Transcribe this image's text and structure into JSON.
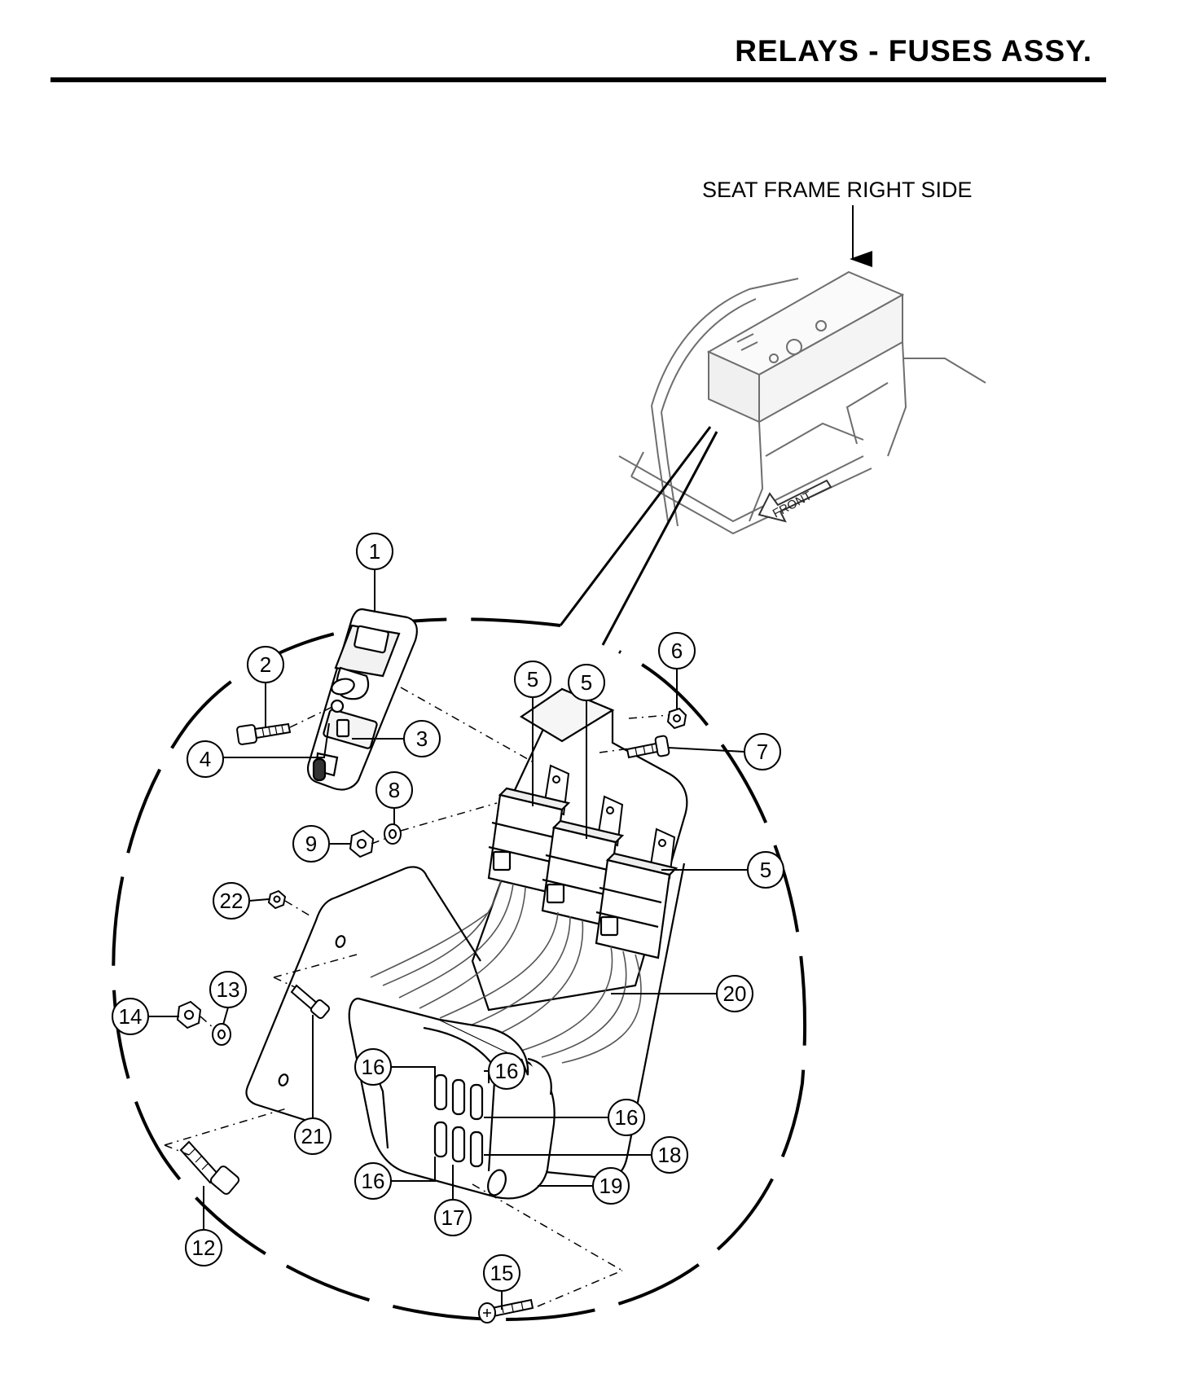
{
  "header": {
    "title": "RELAYS - FUSES ASSY."
  },
  "annotations": {
    "seat_frame": "SEAT FRAME RIGHT SIDE",
    "front": "FRONT"
  },
  "callouts": [
    {
      "id": "c1",
      "number": "1"
    },
    {
      "id": "c2",
      "number": "2"
    },
    {
      "id": "c3",
      "number": "3"
    },
    {
      "id": "c4",
      "number": "4"
    },
    {
      "id": "c5a",
      "number": "5"
    },
    {
      "id": "c5b",
      "number": "5"
    },
    {
      "id": "c5c",
      "number": "5"
    },
    {
      "id": "c6",
      "number": "6"
    },
    {
      "id": "c7",
      "number": "7"
    },
    {
      "id": "c8",
      "number": "8"
    },
    {
      "id": "c9",
      "number": "9"
    },
    {
      "id": "c12",
      "number": "12"
    },
    {
      "id": "c13",
      "number": "13"
    },
    {
      "id": "c14",
      "number": "14"
    },
    {
      "id": "c15",
      "number": "15"
    },
    {
      "id": "c16a",
      "number": "16"
    },
    {
      "id": "c16b",
      "number": "16"
    },
    {
      "id": "c16c",
      "number": "16"
    },
    {
      "id": "c16d",
      "number": "16"
    },
    {
      "id": "c17",
      "number": "17"
    },
    {
      "id": "c18",
      "number": "18"
    },
    {
      "id": "c19",
      "number": "19"
    },
    {
      "id": "c20",
      "number": "20"
    },
    {
      "id": "c21",
      "number": "21"
    },
    {
      "id": "c22",
      "number": "22"
    }
  ]
}
